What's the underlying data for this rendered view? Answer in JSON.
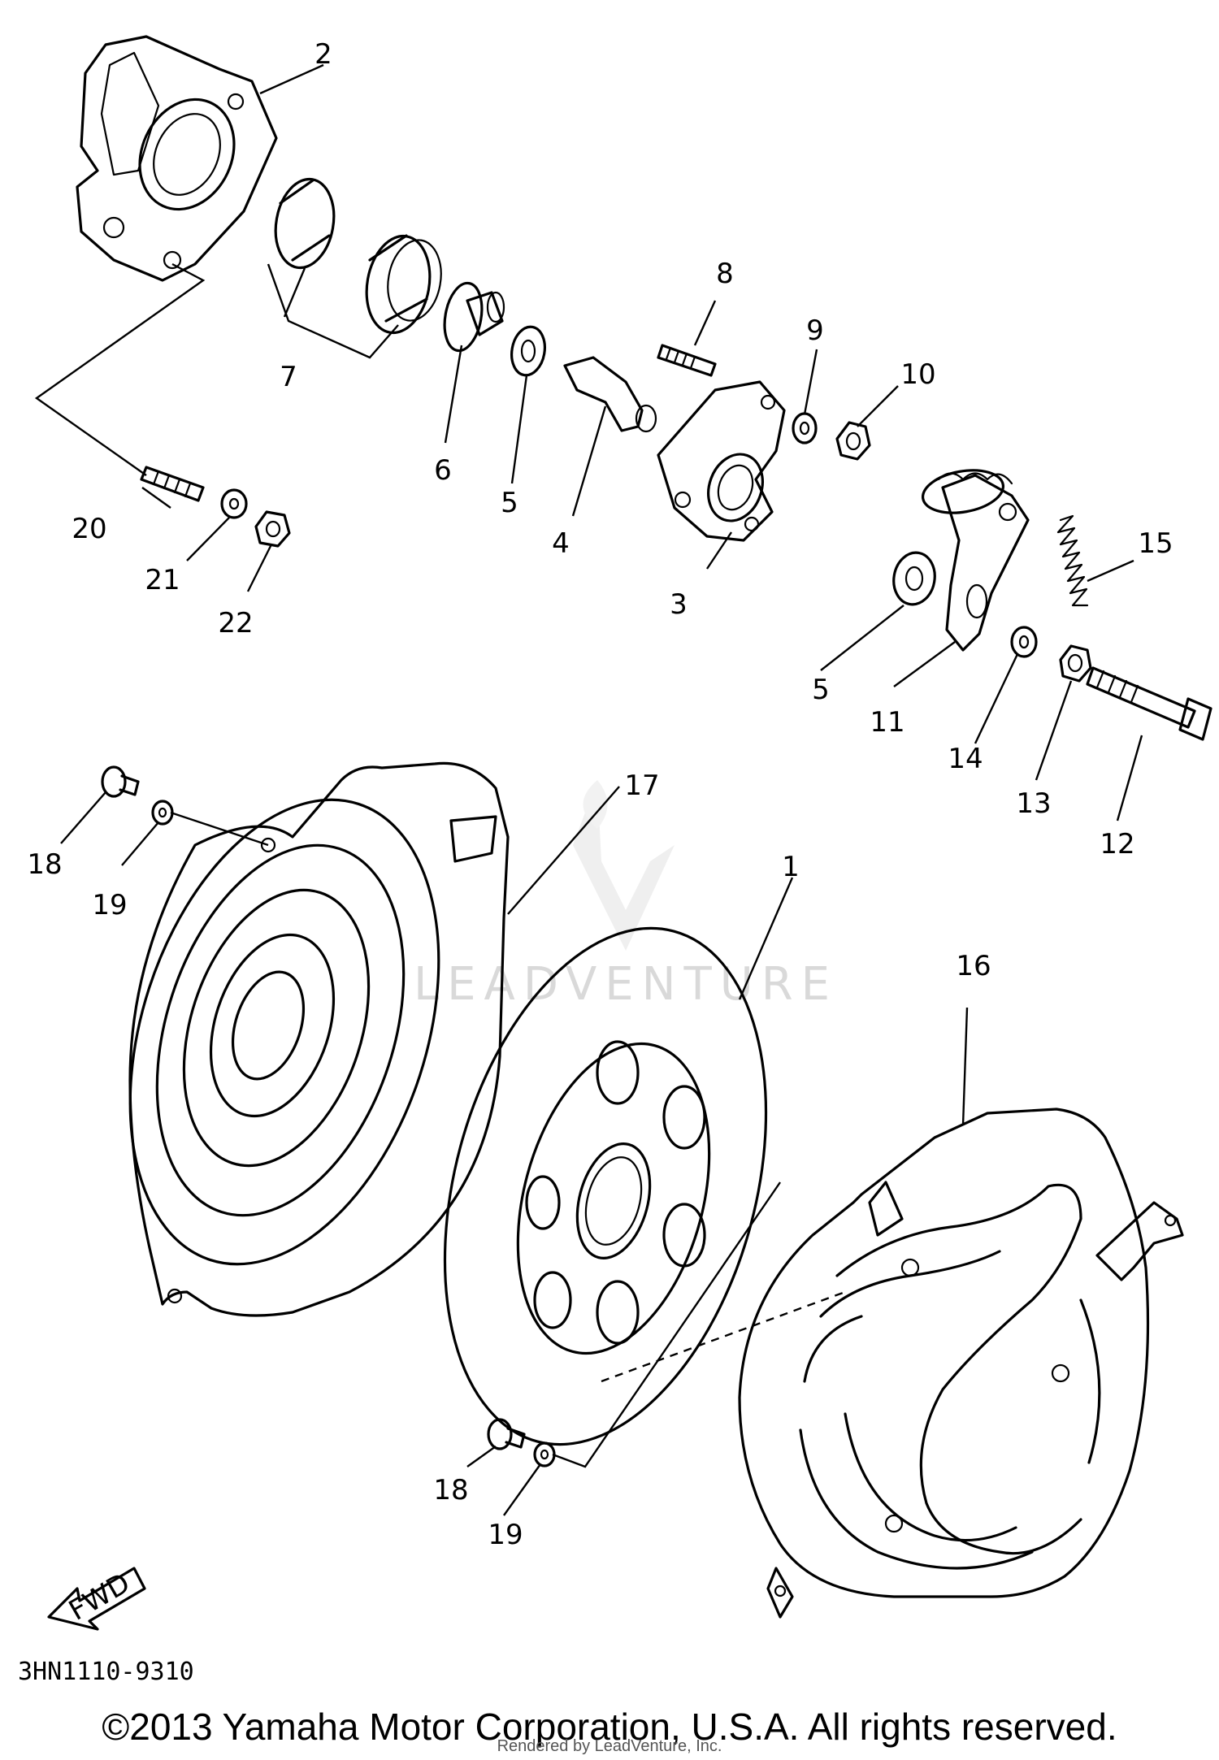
{
  "diagram": {
    "callouts": [
      "1",
      "2",
      "3",
      "4",
      "5",
      "5",
      "6",
      "7",
      "8",
      "9",
      "10",
      "11",
      "12",
      "13",
      "14",
      "15",
      "16",
      "17",
      "18",
      "18",
      "19",
      "19",
      "20",
      "21",
      "22"
    ],
    "fwd_label": "FWD",
    "watermark": "LEADVENTURE",
    "ref_code": "3HN1110-9310",
    "copyright": "©2013 Yamaha Motor Corporation, U.S.A. All rights reserved.",
    "rendered_by": "Rendered by LeadVenture, Inc."
  }
}
